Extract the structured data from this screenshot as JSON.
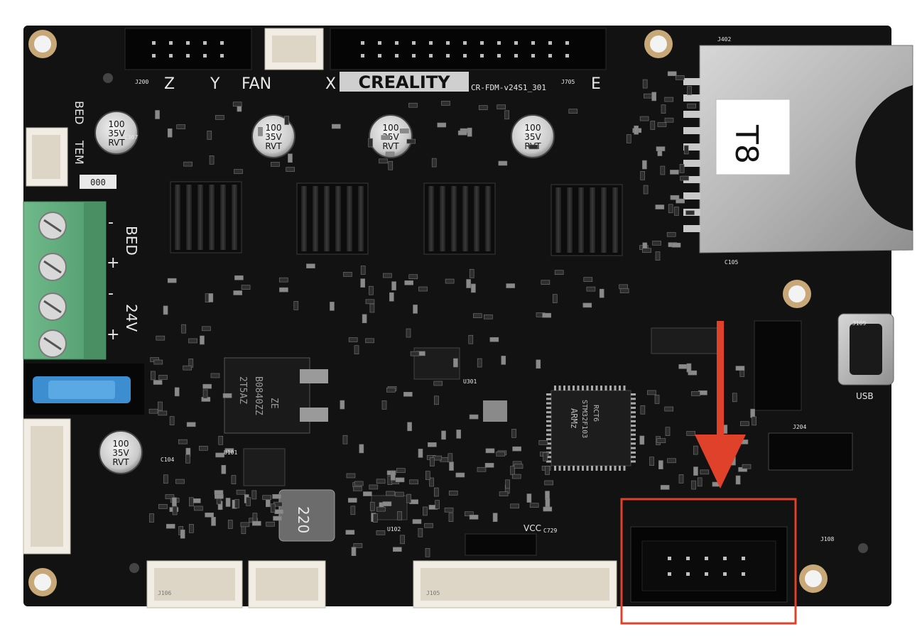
{
  "board": {
    "brand": "CREALITY",
    "model": "CR-FDM-v24S1_301",
    "sd_label": "T8",
    "labels": {
      "z": "Z",
      "y": "Y",
      "fan": "FAN",
      "x": "X",
      "e": "E",
      "bed_small": "BED",
      "tem": "TEM",
      "bed": "BED",
      "v24": "24V",
      "plus1": "+",
      "minus1": "-",
      "plus2": "+",
      "minus2": "-",
      "usb": "USB",
      "vcc": "VCC"
    },
    "capacitors": [
      {
        "l1": "100",
        "l2": "35V",
        "l3": "RVT"
      },
      {
        "l1": "100",
        "l2": "35V",
        "l3": "RVT"
      },
      {
        "l1": "100",
        "l2": "35V",
        "l3": "RVT"
      },
      {
        "l1": "100",
        "l2": "35V",
        "l3": "RVT"
      },
      {
        "l1": "100",
        "l2": "35V",
        "l3": "RVT"
      }
    ],
    "inductor": "220",
    "mcu_lines": [
      "ARMz",
      "STM32F103",
      "RCT6"
    ],
    "vreg_lines": [
      "2T5AZ",
      "B0840ZZ",
      "ZE"
    ],
    "refdes": {
      "j200": "J200",
      "j705": "J705",
      "j204": "J204",
      "j402": "J402",
      "j109": "J109",
      "j105": "J105",
      "j106": "J106",
      "j108": "J108",
      "u101": "U101",
      "u102": "U102",
      "c104": "C104",
      "c307": "C307",
      "c729": "C729",
      "c105": "C105",
      "u301": "U301"
    },
    "highlight_color": "#e0412a",
    "pcb_color": "#121212"
  }
}
